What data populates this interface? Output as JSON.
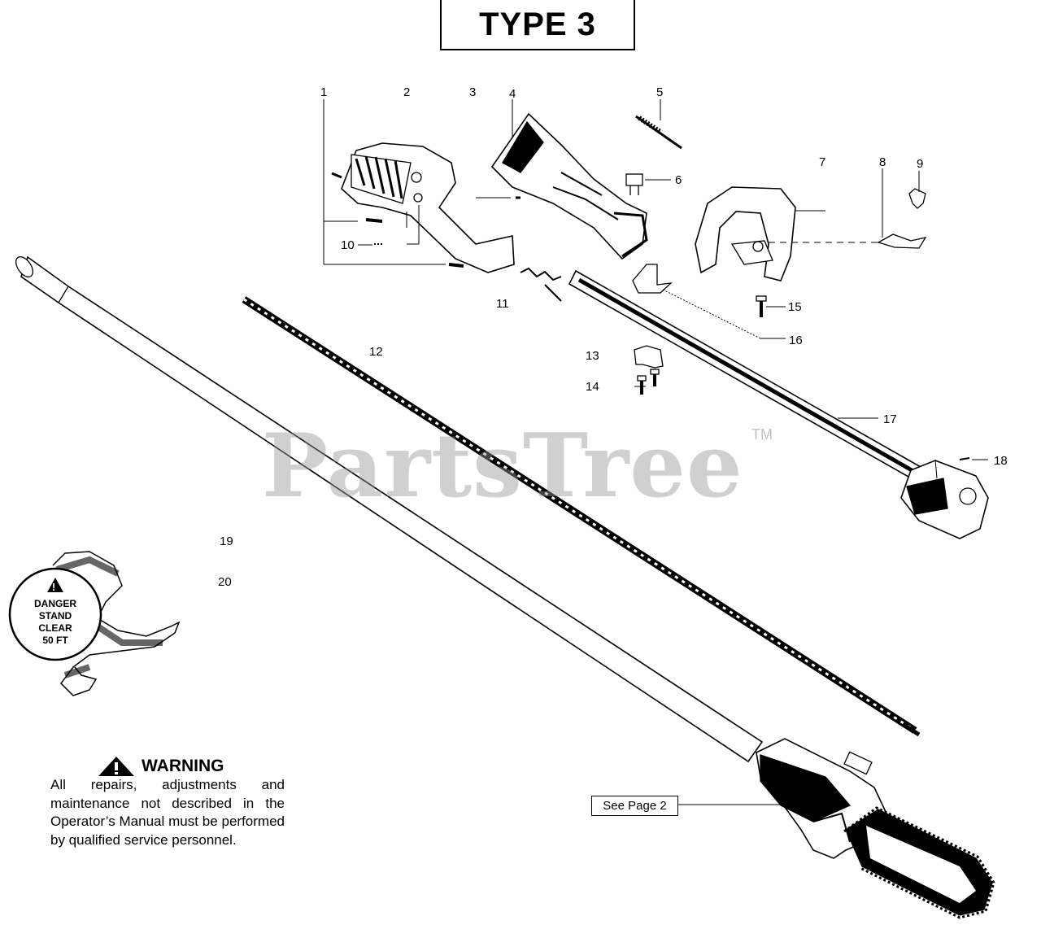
{
  "title": "TYPE 3",
  "callouts": [
    {
      "id": "1",
      "label": "1"
    },
    {
      "id": "2",
      "label": "2"
    },
    {
      "id": "3",
      "label": "3"
    },
    {
      "id": "4",
      "label": "4"
    },
    {
      "id": "5",
      "label": "5"
    },
    {
      "id": "6",
      "label": "6"
    },
    {
      "id": "7",
      "label": "7"
    },
    {
      "id": "8",
      "label": "8"
    },
    {
      "id": "9",
      "label": "9"
    },
    {
      "id": "10",
      "label": "10"
    },
    {
      "id": "11",
      "label": "11"
    },
    {
      "id": "12",
      "label": "12"
    },
    {
      "id": "13",
      "label": "13"
    },
    {
      "id": "14",
      "label": "14"
    },
    {
      "id": "15",
      "label": "15"
    },
    {
      "id": "16",
      "label": "16"
    },
    {
      "id": "17",
      "label": "17"
    },
    {
      "id": "18",
      "label": "18"
    },
    {
      "id": "19",
      "label": "19"
    },
    {
      "id": "20",
      "label": "20"
    }
  ],
  "watermark": {
    "text": "PartsTree",
    "trademark": "TM"
  },
  "danger_label": {
    "line1": "DANGER",
    "line2": "STAND",
    "line3": "CLEAR",
    "line4": "50 FT"
  },
  "warning": {
    "heading": "WARNING",
    "body": "All repairs, adjustments and maintenance not described in the Operator’s Manual must be performed by qualified service personnel."
  },
  "see_page": "See Page 2",
  "icons": {
    "warning_triangle": "warning-triangle-icon"
  }
}
